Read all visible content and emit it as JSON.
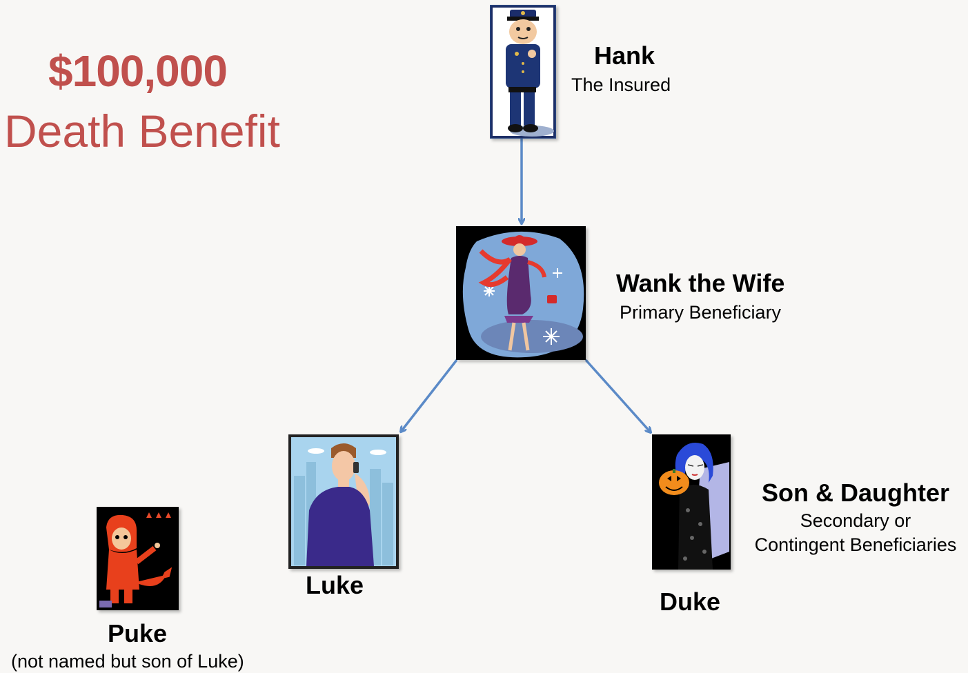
{
  "benefit": {
    "amount": "$100,000",
    "label": "Death Benefit"
  },
  "people": {
    "hank": {
      "name": "Hank",
      "role": "The Insured",
      "icon": "police-officer-icon"
    },
    "wank": {
      "name": "Wank the Wife",
      "role": "Primary Beneficiary",
      "icon": "woman-in-red-hat-icon"
    },
    "luke": {
      "name": "Luke",
      "icon": "man-on-phone-icon"
    },
    "duke": {
      "name": "Duke",
      "icon": "woman-with-pumpkin-icon"
    },
    "puke": {
      "name": "Puke",
      "note": "(not named but son of Luke)",
      "icon": "red-devil-icon"
    }
  },
  "children_group": {
    "title": "Son & Daughter",
    "line1": "Secondary or",
    "line2": "Contingent Beneficiaries"
  },
  "colors": {
    "accent": "#c0504d",
    "arrow": "#5b8ac7"
  }
}
